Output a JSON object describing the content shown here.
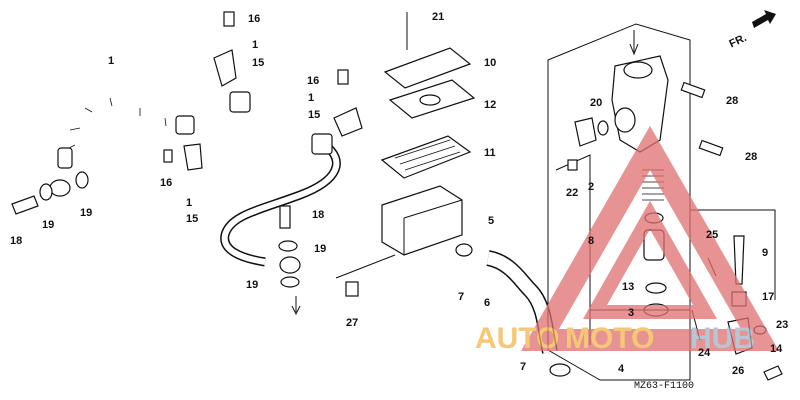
{
  "diagram": {
    "code": "MZ63-F1100",
    "direction_label": "FR.",
    "watermark": {
      "part1": "AUTO",
      "part2": "MOTO",
      "part3": "HUB"
    },
    "callouts": [
      {
        "id": "c-16a",
        "label": "16"
      },
      {
        "id": "c-1a",
        "label": "1"
      },
      {
        "id": "c-15a",
        "label": "15"
      },
      {
        "id": "c-1b",
        "label": "1"
      },
      {
        "id": "c-16b",
        "label": "16"
      },
      {
        "id": "c-1c",
        "label": "1"
      },
      {
        "id": "c-15b",
        "label": "15"
      },
      {
        "id": "c-18a",
        "label": "18"
      },
      {
        "id": "c-19a",
        "label": "19"
      },
      {
        "id": "c-19b",
        "label": "19"
      },
      {
        "id": "c-16c",
        "label": "16"
      },
      {
        "id": "c-1d",
        "label": "1"
      },
      {
        "id": "c-15c",
        "label": "15"
      },
      {
        "id": "c-18b",
        "label": "18"
      },
      {
        "id": "c-19c",
        "label": "19"
      },
      {
        "id": "c-19d",
        "label": "19"
      },
      {
        "id": "c-21",
        "label": "21"
      },
      {
        "id": "c-10",
        "label": "10"
      },
      {
        "id": "c-12",
        "label": "12"
      },
      {
        "id": "c-11",
        "label": "11"
      },
      {
        "id": "c-5",
        "label": "5"
      },
      {
        "id": "c-27",
        "label": "27"
      },
      {
        "id": "c-7a",
        "label": "7"
      },
      {
        "id": "c-6",
        "label": "6"
      },
      {
        "id": "c-7b",
        "label": "7"
      },
      {
        "id": "c-20",
        "label": "20"
      },
      {
        "id": "c-22",
        "label": "22"
      },
      {
        "id": "c-28a",
        "label": "28"
      },
      {
        "id": "c-28b",
        "label": "28"
      },
      {
        "id": "c-2",
        "label": "2"
      },
      {
        "id": "c-8",
        "label": "8"
      },
      {
        "id": "c-13",
        "label": "13"
      },
      {
        "id": "c-3",
        "label": "3"
      },
      {
        "id": "c-4",
        "label": "4"
      },
      {
        "id": "c-25",
        "label": "25"
      },
      {
        "id": "c-9",
        "label": "9"
      },
      {
        "id": "c-17",
        "label": "17"
      },
      {
        "id": "c-24",
        "label": "24"
      },
      {
        "id": "c-23",
        "label": "23"
      },
      {
        "id": "c-14",
        "label": "14"
      },
      {
        "id": "c-26",
        "label": "26"
      }
    ]
  }
}
